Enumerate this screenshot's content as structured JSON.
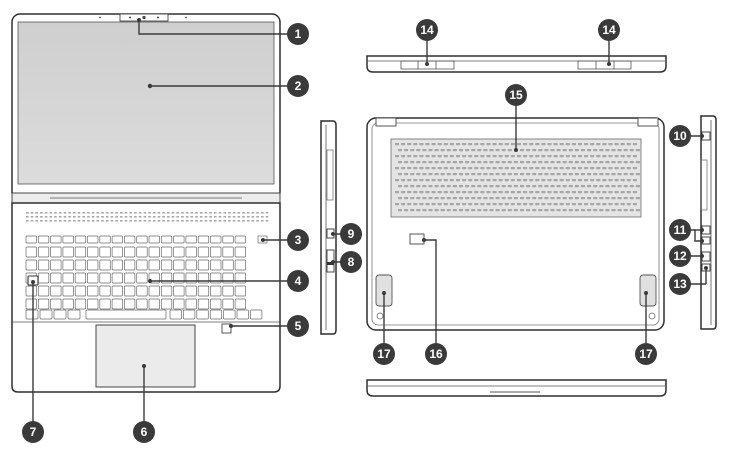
{
  "callouts": [
    {
      "id": "1",
      "label": "1"
    },
    {
      "id": "2",
      "label": "2"
    },
    {
      "id": "3",
      "label": "3"
    },
    {
      "id": "4",
      "label": "4"
    },
    {
      "id": "5",
      "label": "5"
    },
    {
      "id": "6",
      "label": "6"
    },
    {
      "id": "7",
      "label": "7"
    },
    {
      "id": "8",
      "label": "8"
    },
    {
      "id": "9",
      "label": "9"
    },
    {
      "id": "10",
      "label": "10"
    },
    {
      "id": "11",
      "label": "11"
    },
    {
      "id": "12",
      "label": "12"
    },
    {
      "id": "13",
      "label": "13"
    },
    {
      "id": "14a",
      "label": "14"
    },
    {
      "id": "14b",
      "label": "14"
    },
    {
      "id": "15",
      "label": "15"
    },
    {
      "id": "16",
      "label": "16"
    },
    {
      "id": "17a",
      "label": "17"
    },
    {
      "id": "17b",
      "label": "17"
    }
  ],
  "colors": {
    "callout_fill": "#3a3a3a",
    "callout_text": "#ffffff",
    "screen_fill": "#d4d4d4",
    "body_fill": "#f4f4f4"
  }
}
